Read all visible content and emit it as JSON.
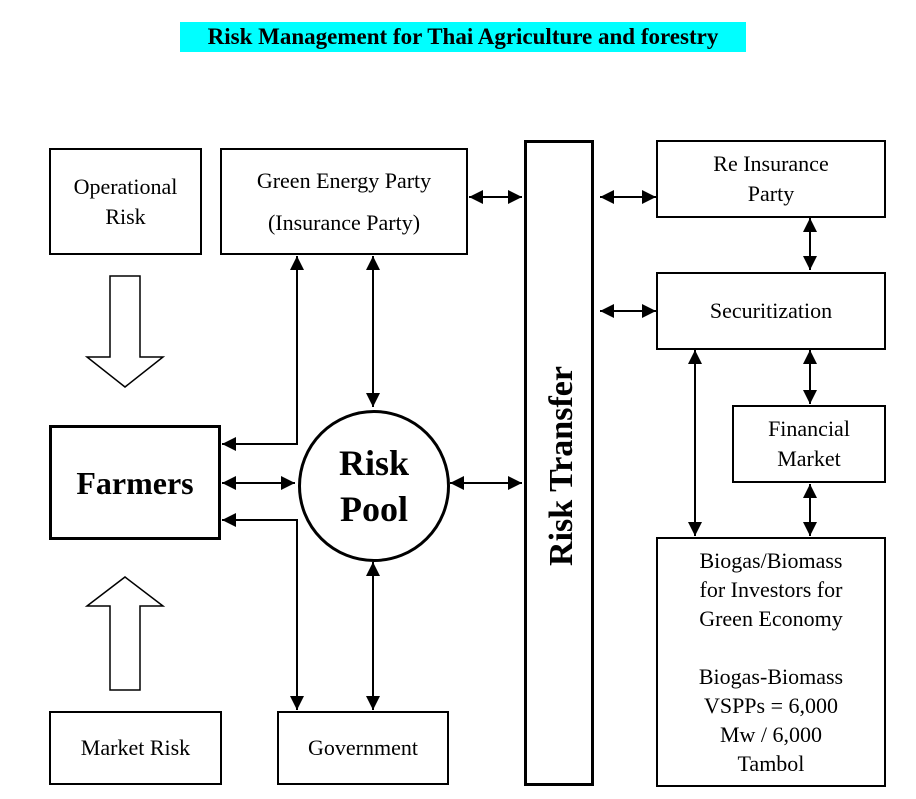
{
  "title": "Risk Management for Thai Agriculture and forestry",
  "nodes": {
    "operational_risk": "Operational\nRisk",
    "green_energy_party": "Green Energy Party\n(Insurance Party)",
    "farmers": "Farmers",
    "risk_pool": "Risk\nPool",
    "market_risk": "Market Risk",
    "government": "Government",
    "risk_transfer": "Risk Transfer",
    "reinsurance_party": "Re Insurance\nParty",
    "securitization": "Securitization",
    "financial_market": "Financial\nMarket",
    "biogas_investors": "Biogas/Biomass\nfor Investors for\nGreen Economy\n\nBiogas-Biomass\nVSPPs = 6,000\nMw / 6,000\nTambol"
  }
}
